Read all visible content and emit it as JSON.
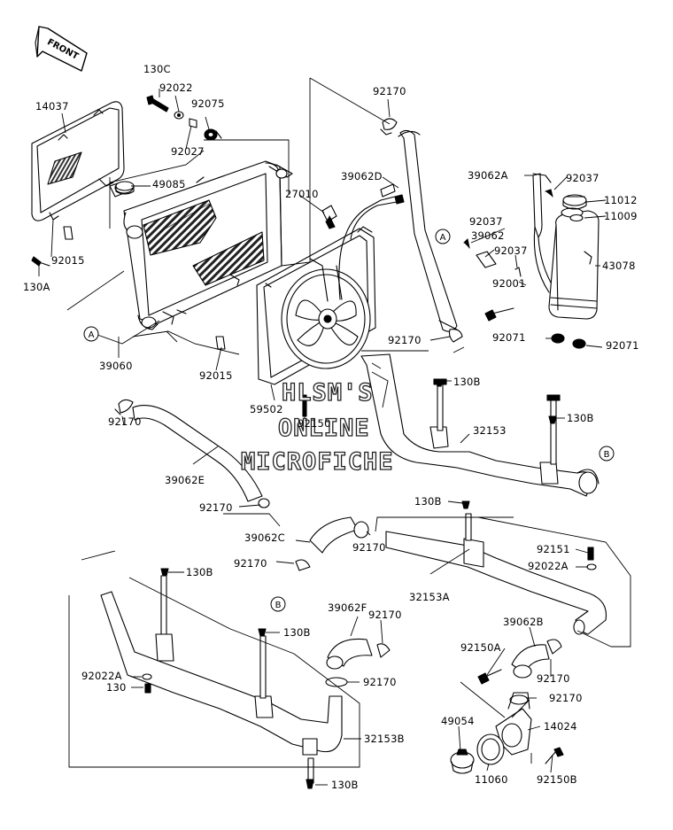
{
  "diagram": {
    "direction_label": "FRONT",
    "watermark_lines": [
      "HLSM'S",
      "ONLINE",
      "MICROFICHE"
    ],
    "ref_markers": [
      "A",
      "B"
    ],
    "parts": [
      {
        "num": "130C"
      },
      {
        "num": "92022"
      },
      {
        "num": "92075"
      },
      {
        "num": "14037"
      },
      {
        "num": "92027"
      },
      {
        "num": "49085"
      },
      {
        "num": "27010"
      },
      {
        "num": "92170"
      },
      {
        "num": "39062D"
      },
      {
        "num": "39062A"
      },
      {
        "num": "92037"
      },
      {
        "num": "11012"
      },
      {
        "num": "11009"
      },
      {
        "num": "92037"
      },
      {
        "num": "39062"
      },
      {
        "num": "92037"
      },
      {
        "num": "43078"
      },
      {
        "num": "92015"
      },
      {
        "num": "130A"
      },
      {
        "num": "92001"
      },
      {
        "num": "92071"
      },
      {
        "num": "92071"
      },
      {
        "num": "92170"
      },
      {
        "num": "39060"
      },
      {
        "num": "92015"
      },
      {
        "num": "130B"
      },
      {
        "num": "130B"
      },
      {
        "num": "59502"
      },
      {
        "num": "92150"
      },
      {
        "num": "32153"
      },
      {
        "num": "92170"
      },
      {
        "num": "39062E"
      },
      {
        "num": "92170"
      },
      {
        "num": "130B"
      },
      {
        "num": "39062C"
      },
      {
        "num": "92151"
      },
      {
        "num": "92170"
      },
      {
        "num": "92022A"
      },
      {
        "num": "92170"
      },
      {
        "num": "130B"
      },
      {
        "num": "32153A"
      },
      {
        "num": "39062F"
      },
      {
        "num": "92170"
      },
      {
        "num": "130B"
      },
      {
        "num": "39062B"
      },
      {
        "num": "92150A"
      },
      {
        "num": "92022A"
      },
      {
        "num": "130"
      },
      {
        "num": "92170"
      },
      {
        "num": "92170"
      },
      {
        "num": "92170"
      },
      {
        "num": "49054"
      },
      {
        "num": "14024"
      },
      {
        "num": "32153B"
      },
      {
        "num": "11060"
      },
      {
        "num": "92150B"
      },
      {
        "num": "130B"
      }
    ]
  }
}
